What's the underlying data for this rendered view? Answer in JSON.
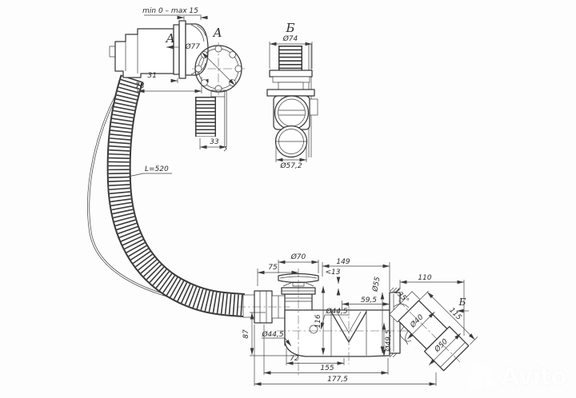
{
  "drawing": {
    "subject": "bathtub waste and overflow siphon technical drawing",
    "colors": {
      "line": "#3a3a3a",
      "background": "#fdfdfd",
      "watermark": "#ffffff"
    },
    "views": {
      "head_side": {
        "dim_adjust": "min 0 – max 15",
        "dim_31": "31",
        "dim_78": "78",
        "section_arrow": "A"
      },
      "view_a": {
        "label": "A",
        "dim_diameter": "Ø77",
        "dim_33": "33"
      },
      "view_b": {
        "label": "Б",
        "dim_top_diameter": "Ø74",
        "dim_bottom_diameter": "Ø57,2"
      },
      "hose": {
        "length_label": "L=520"
      },
      "main": {
        "dim_75": "75",
        "dim_d70": "Ø70",
        "dim_149": "149",
        "dim_lt13": "<13",
        "dim_d55": "Ø55",
        "dim_110": "110",
        "dim_59_5": "59,5",
        "dim_d44_5_top": "Ø44,5",
        "dim_d44_5_left": "Ø44,5",
        "dim_87": "87",
        "dim_116": "116",
        "dim_72": "72",
        "dim_155": "155",
        "dim_177_5": "177,5",
        "dim_d49_5": "Ø49,5",
        "dim_135": "135°",
        "dim_d40": "Ø40",
        "dim_d50": "Ø50",
        "dim_115": "115",
        "section_arrow": "Б"
      }
    },
    "watermark": {
      "brand": "Avito"
    }
  }
}
